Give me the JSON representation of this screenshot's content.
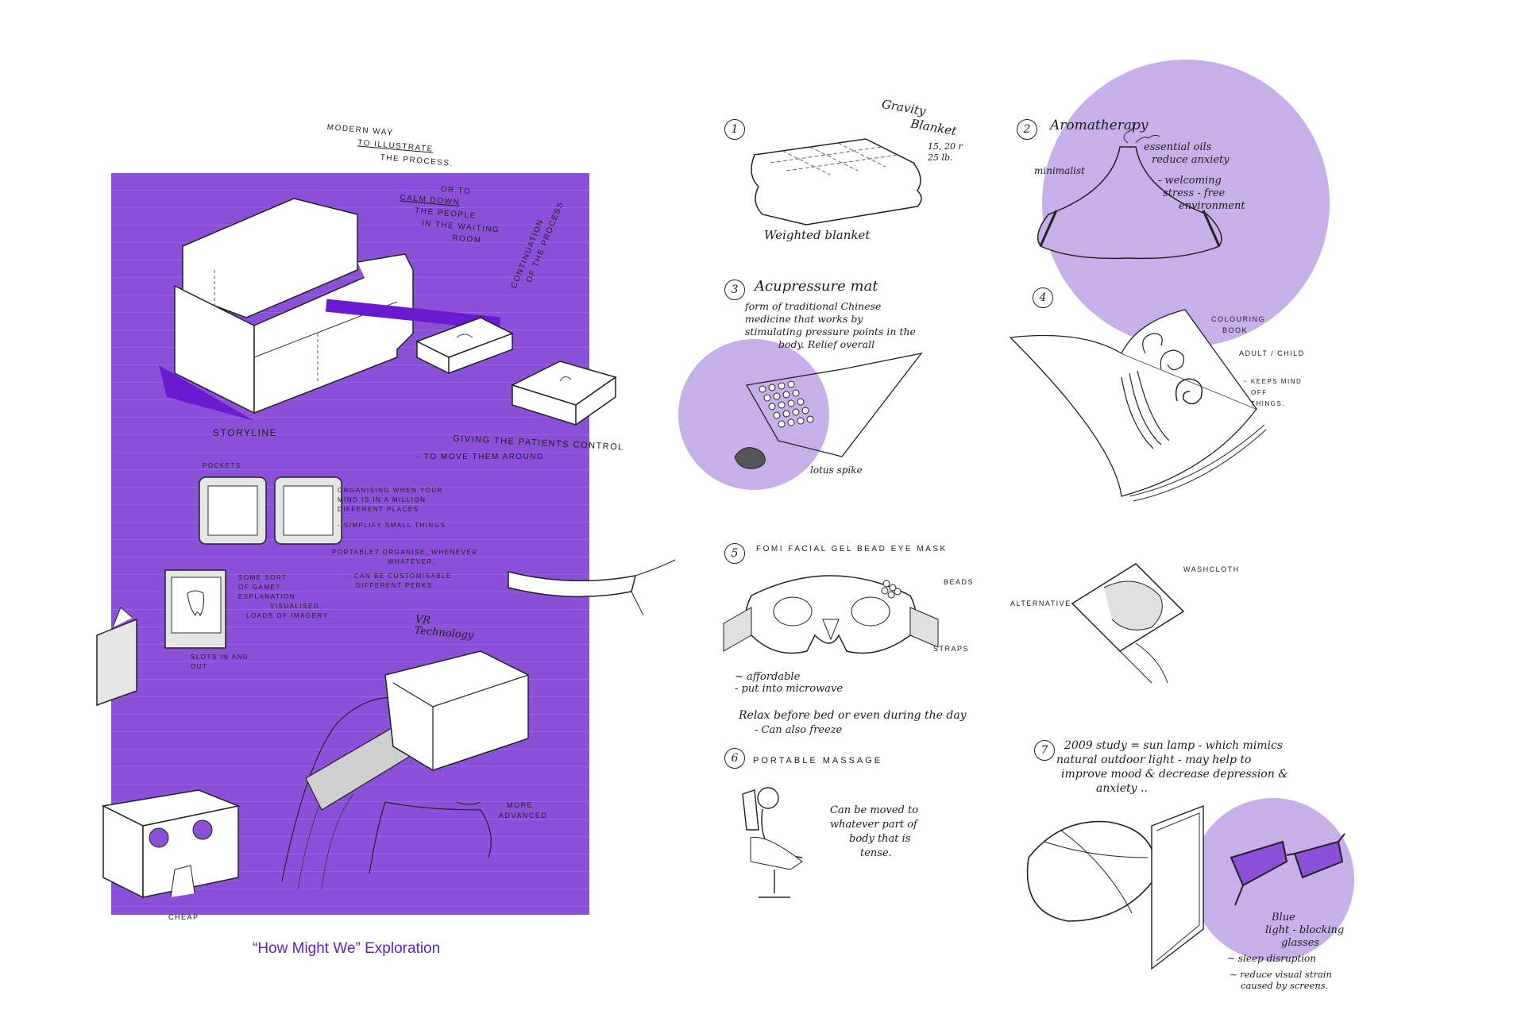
{
  "colors": {
    "panel_purple": "#8a50d8",
    "lavender_circle": "#c7b0ea",
    "caption_purple": "#5b1fc4",
    "ink": "#1c1c1c"
  },
  "left": {
    "modern_way": "MODERN WAY",
    "to_illustrate": "TO ILLUSTRATE",
    "the_process": "THE PROCESS.",
    "or_to": "OR TO",
    "calm_down": "CALM DOWN",
    "the_people": "THE PEOPLE",
    "in_waiting": "IN THE WAITING",
    "room": "ROOM",
    "continuation": "CONTINUATION",
    "of_the_process": "OF THE PROCESS",
    "storyline": "STORYLINE",
    "giving_control": "GIVING THE PATIENTS CONTROL",
    "move_around": "- TO MOVE THEM AROUND",
    "pockets": "POCKETS",
    "organising_1": "ORGANISING WHEN YOUR",
    "organising_2": "MIND IS IN A MILLION",
    "organising_3": "DIFFERENT PLACES",
    "simplify": "- SIMPLIFY SMALL THINGS",
    "portable_1": "PORTABLE? ORGANISE, WHENEVER",
    "portable_2": "WHATEVER.",
    "customisable_1": "- CAN BE CUSTOMISABLE",
    "customisable_2": "DIFFERENT PERKS",
    "some_sort_1": "SOME SORT",
    "some_sort_2": "OF GAME?",
    "some_sort_3": "EXPLANATION",
    "visualised_1": "VISUALISED,",
    "visualised_2": "LOADS OF IMAGERY",
    "slots_1": "SLOTS IN AND",
    "slots_2": "OUT",
    "vr_1": "VR",
    "vr_2": "Technology",
    "more_advanced_1": "MORE",
    "more_advanced_2": "ADVANCED",
    "cheap": "CHEAP"
  },
  "caption": "“How Might We” Exploration",
  "items": {
    "n1": "1",
    "gravity_1": "Gravity",
    "gravity_2": "Blanket",
    "weights_1": "15, 20 r",
    "weights_2": "25 lb.",
    "weighted": "Weighted blanket",
    "n2": "2",
    "aroma": "Aromatherapy",
    "minimalist": "minimalist",
    "oils_1": "essential oils",
    "oils_2": "reduce anxiety",
    "welcoming_1": "- welcoming",
    "welcoming_2": "stress - free",
    "welcoming_3": "environment",
    "n3": "3",
    "acupressure": "Acupressure mat",
    "acu_1": "form of traditional Chinese",
    "acu_2": "medicine that works by",
    "acu_3": "stimulating pressure points in the",
    "acu_4": "body.    Relief overall",
    "lotus": "lotus spike",
    "n4": "4",
    "colouring_1": "COLOURING",
    "colouring_2": "BOOK",
    "adult_child": "ADULT / CHILD",
    "keeps_1": "~ KEEPS MIND",
    "keeps_2": "OFF",
    "keeps_3": "THINGS.",
    "n5": "5",
    "fomi": "FOMI FACIAL GEL BEAD EYE MASK",
    "beads": "BEADS",
    "straps": "STRAPS",
    "affordable": "~ affordable",
    "microwave": "- put into microwave",
    "relax": "Relax before bed or even during the day",
    "freeze": "- Can also freeze",
    "washcloth": "WASHCLOTH",
    "alternative": "ALTERNATIVE",
    "n6": "6",
    "portable_massage": "PORTABLE MASSAGE",
    "moved_1": "Can be moved to",
    "moved_2": "whatever part of",
    "moved_3": "body that is",
    "moved_4": "tense.",
    "n7": "7",
    "study_1": "2009 study = sun lamp - which mimics",
    "study_2": "natural outdoor light - may help to",
    "study_3": "improve mood & decrease depression &",
    "study_4": "anxiety ..",
    "blue_1": "Blue",
    "blue_2": "light - blocking",
    "blue_3": "glasses",
    "sleep": "~ sleep disruption",
    "strain_1": "~ reduce visual strain",
    "strain_2": "caused by screens."
  }
}
